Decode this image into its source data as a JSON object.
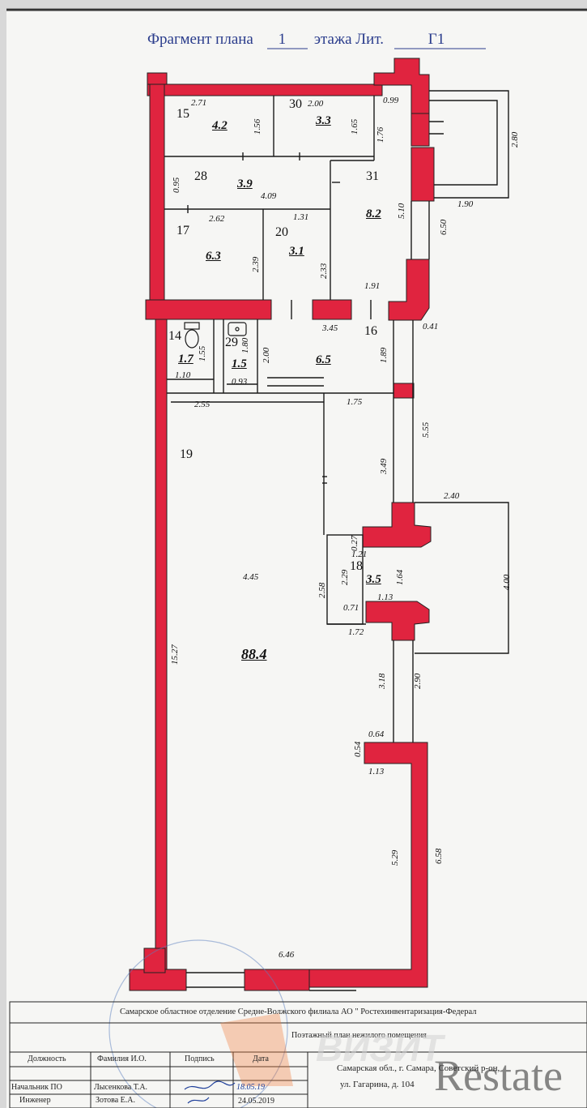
{
  "header": {
    "prefix": "Фрагмент плана",
    "floor": "1",
    "middle": "этажа Лит.",
    "lit": "Г1"
  },
  "rooms": {
    "r15": {
      "num": "15",
      "area": "4.2"
    },
    "r30": {
      "num": "30",
      "area": "3.3"
    },
    "r28": {
      "num": "28",
      "area": "3.9"
    },
    "r31": {
      "num": "31",
      "area": "8.2"
    },
    "r17": {
      "num": "17",
      "area": "6.3"
    },
    "r20": {
      "num": "20",
      "area": "3.1"
    },
    "r14": {
      "num": "14",
      "area": "1.7"
    },
    "r29": {
      "num": "29",
      "area": "1.5"
    },
    "r16": {
      "num": "16",
      "area": "6.5"
    },
    "r19": {
      "num": "19",
      "area": "88.4"
    },
    "r18": {
      "num": "18",
      "area": "3.5"
    }
  },
  "dimensions": {
    "d271": "2.71",
    "d156": "1.56",
    "d200a": "2.00",
    "d165": "1.65",
    "d099": "0.99",
    "d176": "1.76",
    "d280": "2.80",
    "d095": "0.95",
    "d409": "4.09",
    "d510": "5.10",
    "d190": "1.90",
    "d650": "6.50",
    "d262": "2.62",
    "d131": "1.31",
    "d239": "2.39",
    "d233": "2.33",
    "d191": "1.91",
    "d345": "3.45",
    "d041": "0.41",
    "d155": "1.55",
    "d180": "1.80",
    "d200b": "2.00",
    "d189": "1.89",
    "d110": "1.10",
    "d093": "0.93",
    "d255": "2.55",
    "d175": "1.75",
    "d555": "5.55",
    "d349": "3.49",
    "d240": "2.40",
    "d027": "0.27",
    "d121": "1.21",
    "d445": "4.45",
    "d229": "2.29",
    "d164": "1.64",
    "d400": "4.00",
    "d258": "2.58",
    "d113a": "1.13",
    "d071": "0.71",
    "d172": "1.72",
    "d1527": "15.27",
    "d318": "3.18",
    "d290": "2.90",
    "d054": "0.54",
    "d064": "0.64",
    "d113b": "1.13",
    "d529": "5.29",
    "d658": "6.58",
    "d646": "6.46"
  },
  "footer": {
    "org": "Самарское областное отделение Средне-Волжского филиала АО \" Ростехинвентаризация-Федерал",
    "plan_title": "Поэтажный план нежилого помещения",
    "col_position": "Должность",
    "col_name": "Фамилия И.О.",
    "col_sign": "Подпись",
    "col_date": "Дата",
    "row1_pos": "Начальник ПО",
    "row1_name": "Лысенкова Т.А.",
    "row1_date": "18.05.19",
    "row2_pos": "Инженер",
    "row2_name": "Зотова Е.А.",
    "row2_date": "24.05.2019",
    "address1": "Самарская обл., г. Самара, Советский р-он,",
    "address2": "ул. Гагарина, д. 104"
  },
  "watermark": {
    "brand": "ВИЗИТ",
    "logo": "Restate"
  },
  "colors": {
    "wall": "#e0243f",
    "line": "#1a1a1a",
    "paper": "#f6f6f4",
    "header_text": "#2a3c8c"
  }
}
